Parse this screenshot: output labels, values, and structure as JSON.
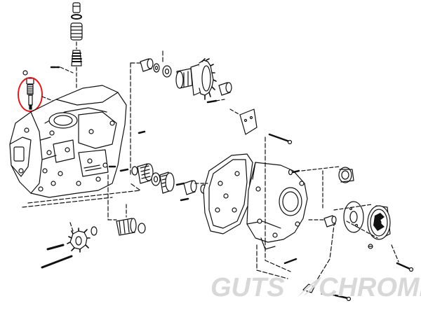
{
  "watermark": {
    "left": "GUTS",
    "right": "CHROME",
    "icon": "feather-icon",
    "color": "#d8d8d8"
  },
  "highlight": {
    "part": "spark-plug",
    "ring_color": "#d62020"
  },
  "colors": {
    "line": "#111111",
    "fill": "#ffffff"
  }
}
